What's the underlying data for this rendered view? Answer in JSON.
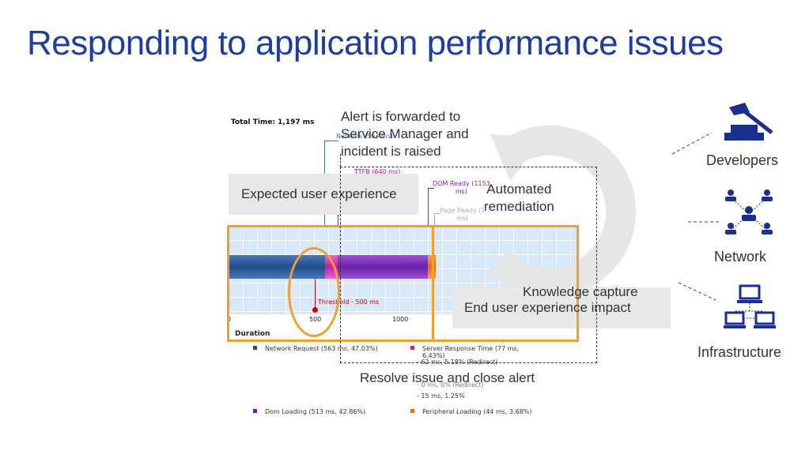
{
  "slide": {
    "title": "Responding to application performance issues"
  },
  "waterfall": {
    "total_time": "Total Time: 1,197 ms",
    "markers": {
      "network": "Network (563 ms)",
      "ttfb": "TTFB (640 ms)",
      "dom_ready_1": "DOM Ready (1153",
      "dom_ready_2": "ms)",
      "page_ready_1": "Page Ready (1",
      "page_ready_2": "ms)"
    },
    "threshold": "Threshold - 500 ms",
    "ticks": [
      "0",
      "500",
      "1000"
    ],
    "axis_label": "Duration",
    "legend": {
      "network_request": "Network Request (563 ms, 47.03%)",
      "server_response_1": "Server Response Time (77 ms,",
      "server_response_2": "6.43%)",
      "sub_redirect": "- 62 ms, 5.18% (Redirect)",
      "sub_zero": "- 0 ms, 0% (Redirect)",
      "sub_fifteen": "- 15 ms, 1.25%",
      "dom_loading": "Dom Loading (513 ms, 42.86%)",
      "peripheral_loading": "Peripheral Loading (44 ms, 3.68%)"
    },
    "colors": {
      "network": "#234e8c",
      "server": "#c020a0",
      "dom": "#6a20a8",
      "peripheral": "#f06a00",
      "threshold": "#c00000"
    }
  },
  "process": {
    "expected_user_experience": "Expected user experience",
    "alert_1": "Alert is forwarded to",
    "alert_2": "Service Manager and",
    "alert_3": "incident is raised",
    "automated_1": "Automated",
    "automated_2": "remediation",
    "knowledge_capture": "Knowledge capture",
    "end_user_impact": "End user experience impact",
    "resolve": "Resolve issue and close alert",
    "accent_color": "#f0a030"
  },
  "teams": {
    "developers": "Developers",
    "network": "Network",
    "infrastructure": "Infrastructure",
    "icon_color": "#1a2f8f"
  },
  "icons": {
    "developers": "hammer-anvil-icon",
    "network": "people-network-icon",
    "infrastructure": "computer-network-icon",
    "cycle": "cycle-arrow-icon"
  }
}
